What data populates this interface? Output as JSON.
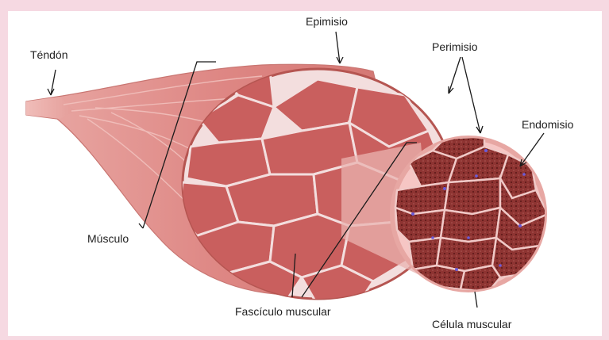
{
  "diagram": {
    "labels": {
      "tendon": "Téndón",
      "epimysium": "Epimisio",
      "perimysium": "Perimisio",
      "endomysium": "Endomisio",
      "muscle": "Músculo",
      "fascicle": "Fascículo muscular",
      "muscle_cell": "Célula muscular"
    },
    "colors": {
      "background": "#f6d9e2",
      "panel": "#ffffff",
      "muscle_outer": "#cf6d6d",
      "muscle_fiber": "#c95f5e",
      "perimysium_white": "#f3dede",
      "fascicle_dark": "#7a2826",
      "cell_fill": "#8e3432",
      "cell_dot": "#5a1616",
      "nucleus": "#6a5bd8",
      "tendon": "#e7a7a3"
    }
  }
}
